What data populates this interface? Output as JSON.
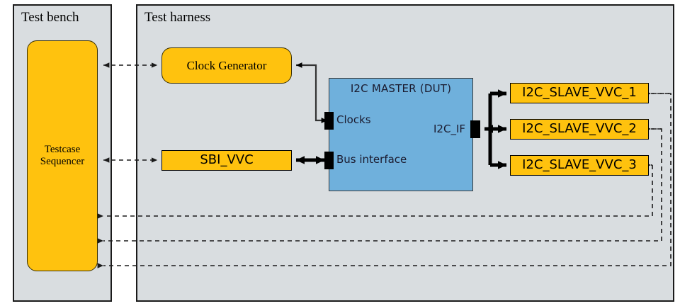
{
  "diagram": {
    "colors": {
      "panel_bg": "#d9dde0",
      "panel_border": "#1a1a1a",
      "block_orange": "#ffc20e",
      "block_blue": "#6fb0dc",
      "wire": "#000000",
      "dashed_wire": "#333333"
    },
    "panels": [
      {
        "id": "test-bench",
        "title": "Test bench"
      },
      {
        "id": "test-harness",
        "title": "Test harness"
      }
    ],
    "blocks": {
      "sequencer": {
        "label_line1": "Testcase",
        "label_line2": "Sequencer"
      },
      "clock_gen": {
        "label": "Clock Generator"
      },
      "sbi_vvc": {
        "label": "SBI_VVC"
      },
      "dut": {
        "title": "I2C MASTER  (DUT)",
        "ports": [
          {
            "name": "clocks",
            "label": "Clocks"
          },
          {
            "name": "bus-interface",
            "label": "Bus interface"
          },
          {
            "name": "i2c-if",
            "label": "I2C_IF"
          }
        ]
      },
      "slaves": [
        {
          "label": "I2C_SLAVE_VVC_1"
        },
        {
          "label": "I2C_SLAVE_VVC_2"
        },
        {
          "label": "I2C_SLAVE_VVC_3"
        }
      ]
    }
  }
}
